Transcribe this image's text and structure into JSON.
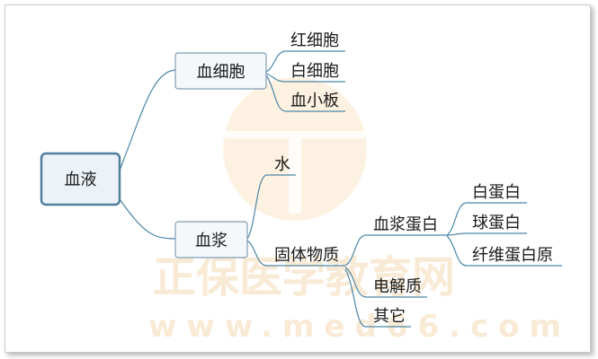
{
  "mindmap": {
    "root": "血液",
    "branch1": {
      "label": "血细胞",
      "children": [
        "红细胞",
        "白细胞",
        "血小板"
      ]
    },
    "branch2": {
      "label": "血浆",
      "water": "水",
      "solids": "固体物质",
      "plasma_protein": "血浆蛋白",
      "proteins": [
        "白蛋白",
        "球蛋白",
        "纤维蛋白原"
      ],
      "electrolytes": "电解质",
      "others": "其它"
    }
  },
  "watermark": {
    "brand": "正保医学教育网",
    "url": "www.med66.com",
    "color": "#f6e3c8"
  },
  "colors": {
    "edge": "#4b87a6",
    "node_border": "#7f9db3",
    "root_border": "#4f7f9d"
  }
}
